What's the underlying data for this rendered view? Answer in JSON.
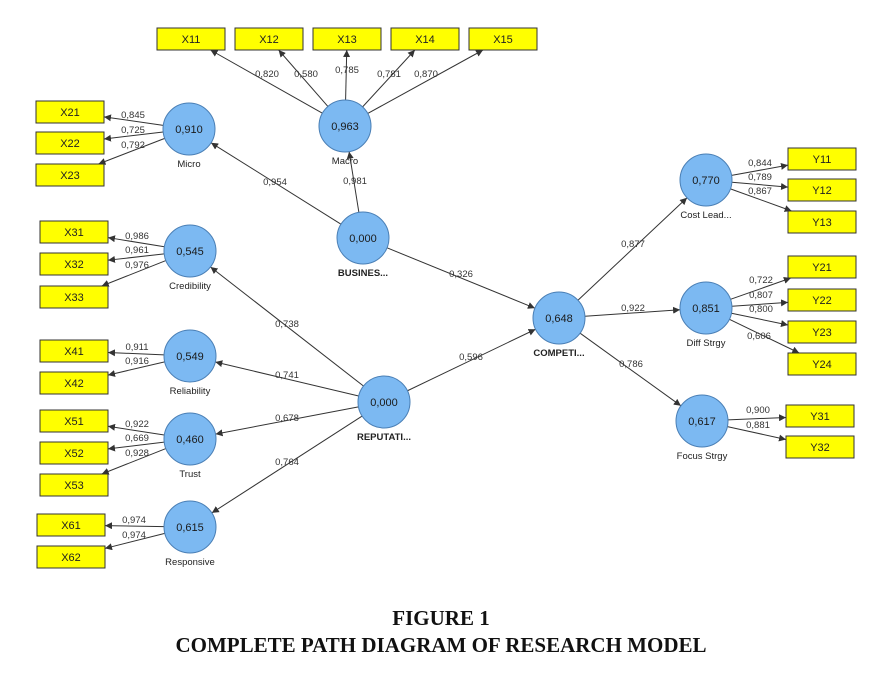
{
  "caption": {
    "line1": "FIGURE 1",
    "line2": "COMPLETE PATH DIAGRAM OF RESEARCH MODEL"
  },
  "colors": {
    "indicator_fill": "#ffff00",
    "latent_fill": "#7cb9f2",
    "edge": "#333333"
  },
  "latents": [
    {
      "id": "micro",
      "label": "Micro",
      "value": "0,910",
      "bold": false
    },
    {
      "id": "macro",
      "label": "Macro",
      "value": "0,963",
      "bold": false
    },
    {
      "id": "business",
      "label": "BUSINES...",
      "value": "0,000",
      "bold": true
    },
    {
      "id": "credibility",
      "label": "Credibility",
      "value": "0,545",
      "bold": false
    },
    {
      "id": "reliability",
      "label": "Reliability",
      "value": "0,549",
      "bold": false
    },
    {
      "id": "trust",
      "label": "Trust",
      "value": "0,460",
      "bold": false
    },
    {
      "id": "responsive",
      "label": "Responsive",
      "value": "0,615",
      "bold": false
    },
    {
      "id": "reputation",
      "label": "REPUTATI...",
      "value": "0,000",
      "bold": true
    },
    {
      "id": "competitive",
      "label": "COMPETI...",
      "value": "0,648",
      "bold": true
    },
    {
      "id": "costlead",
      "label": "Cost Lead...",
      "value": "0,770",
      "bold": false
    },
    {
      "id": "diffstrgy",
      "label": "Diff Strgy",
      "value": "0,851",
      "bold": false
    },
    {
      "id": "focusstrgy",
      "label": "Focus Strgy",
      "value": "0,617",
      "bold": false
    }
  ],
  "indicators": [
    {
      "id": "X11",
      "label": "X11"
    },
    {
      "id": "X12",
      "label": "X12"
    },
    {
      "id": "X13",
      "label": "X13"
    },
    {
      "id": "X14",
      "label": "X14"
    },
    {
      "id": "X15",
      "label": "X15"
    },
    {
      "id": "X21",
      "label": "X21"
    },
    {
      "id": "X22",
      "label": "X22"
    },
    {
      "id": "X23",
      "label": "X23"
    },
    {
      "id": "X31",
      "label": "X31"
    },
    {
      "id": "X32",
      "label": "X32"
    },
    {
      "id": "X33",
      "label": "X33"
    },
    {
      "id": "X41",
      "label": "X41"
    },
    {
      "id": "X42",
      "label": "X42"
    },
    {
      "id": "X51",
      "label": "X51"
    },
    {
      "id": "X52",
      "label": "X52"
    },
    {
      "id": "X53",
      "label": "X53"
    },
    {
      "id": "X61",
      "label": "X61"
    },
    {
      "id": "X62",
      "label": "X62"
    },
    {
      "id": "Y11",
      "label": "Y11"
    },
    {
      "id": "Y12",
      "label": "Y12"
    },
    {
      "id": "Y13",
      "label": "Y13"
    },
    {
      "id": "Y21",
      "label": "Y21"
    },
    {
      "id": "Y22",
      "label": "Y22"
    },
    {
      "id": "Y23",
      "label": "Y23"
    },
    {
      "id": "Y24",
      "label": "Y24"
    },
    {
      "id": "Y31",
      "label": "Y31"
    },
    {
      "id": "Y32",
      "label": "Y32"
    }
  ],
  "paths": [
    {
      "from": "business",
      "to": "micro",
      "weight": "0,954"
    },
    {
      "from": "business",
      "to": "macro",
      "weight": "0,981"
    },
    {
      "from": "business",
      "to": "competitive",
      "weight": "0,326"
    },
    {
      "from": "reputation",
      "to": "credibility",
      "weight": "0,738"
    },
    {
      "from": "reputation",
      "to": "reliability",
      "weight": "0,741"
    },
    {
      "from": "reputation",
      "to": "trust",
      "weight": "0,678"
    },
    {
      "from": "reputation",
      "to": "responsive",
      "weight": "0,764"
    },
    {
      "from": "reputation",
      "to": "competitive",
      "weight": "0,596"
    },
    {
      "from": "competitive",
      "to": "costlead",
      "weight": "0,877"
    },
    {
      "from": "competitive",
      "to": "diffstrgy",
      "weight": "0,922"
    },
    {
      "from": "competitive",
      "to": "focusstrgy",
      "weight": "0,786"
    }
  ],
  "loadings": [
    {
      "latent": "macro",
      "indicator": "X11",
      "weight": "0,820"
    },
    {
      "latent": "macro",
      "indicator": "X12",
      "weight": "0,580"
    },
    {
      "latent": "macro",
      "indicator": "X13",
      "weight": "0,785"
    },
    {
      "latent": "macro",
      "indicator": "X14",
      "weight": "0,781"
    },
    {
      "latent": "macro",
      "indicator": "X15",
      "weight": "0,870"
    },
    {
      "latent": "micro",
      "indicator": "X21",
      "weight": "0,845"
    },
    {
      "latent": "micro",
      "indicator": "X22",
      "weight": "0,725"
    },
    {
      "latent": "micro",
      "indicator": "X23",
      "weight": "0,792"
    },
    {
      "latent": "credibility",
      "indicator": "X31",
      "weight": "0,986"
    },
    {
      "latent": "credibility",
      "indicator": "X32",
      "weight": "0,961"
    },
    {
      "latent": "credibility",
      "indicator": "X33",
      "weight": "0,976"
    },
    {
      "latent": "reliability",
      "indicator": "X41",
      "weight": "0,911"
    },
    {
      "latent": "reliability",
      "indicator": "X42",
      "weight": "0,916"
    },
    {
      "latent": "trust",
      "indicator": "X51",
      "weight": "0,922"
    },
    {
      "latent": "trust",
      "indicator": "X52",
      "weight": "0,669"
    },
    {
      "latent": "trust",
      "indicator": "X53",
      "weight": "0,928"
    },
    {
      "latent": "responsive",
      "indicator": "X61",
      "weight": "0,974"
    },
    {
      "latent": "responsive",
      "indicator": "X62",
      "weight": "0,974"
    },
    {
      "latent": "costlead",
      "indicator": "Y11",
      "weight": "0,844"
    },
    {
      "latent": "costlead",
      "indicator": "Y12",
      "weight": "0,789"
    },
    {
      "latent": "costlead",
      "indicator": "Y13",
      "weight": "0,867"
    },
    {
      "latent": "diffstrgy",
      "indicator": "Y21",
      "weight": "0,722"
    },
    {
      "latent": "diffstrgy",
      "indicator": "Y22",
      "weight": "0,807"
    },
    {
      "latent": "diffstrgy",
      "indicator": "Y23",
      "weight": "0,800"
    },
    {
      "latent": "diffstrgy",
      "indicator": "Y24",
      "weight": "0,606"
    },
    {
      "latent": "focusstrgy",
      "indicator": "Y31",
      "weight": "0,900"
    },
    {
      "latent": "focusstrgy",
      "indicator": "Y32",
      "weight": "0,881"
    }
  ]
}
